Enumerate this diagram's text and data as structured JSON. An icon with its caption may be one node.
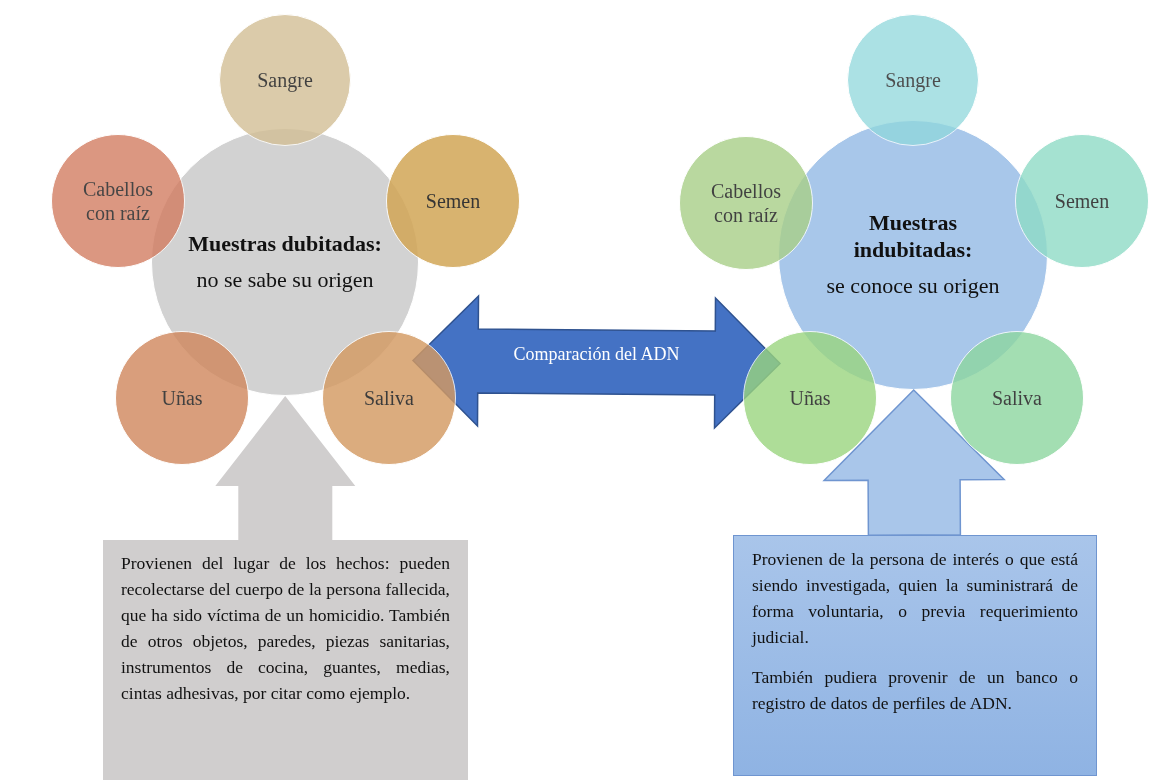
{
  "diagram": {
    "nodes": [
      {
        "text": [
          "Muestras dubitadas:",
          "no se sabe su origen"
        ]
      },
      {
        "text": [
          "Sangre"
        ]
      },
      {
        "text": [
          "Semen"
        ]
      },
      {
        "text": [
          "Saliva"
        ]
      },
      {
        "text": [
          "Uñas"
        ]
      },
      {
        "text": [
          "Cabellos con raíz"
        ]
      },
      {
        "text": [
          "Muestras indubitadas:",
          "se conoce su origen"
        ]
      },
      {
        "text": [
          "Sangre"
        ]
      },
      {
        "text": [
          "Semen"
        ]
      },
      {
        "text": [
          "Saliva"
        ]
      },
      {
        "text": [
          "Uñas"
        ]
      },
      {
        "text": [
          "Cabellos con raíz"
        ]
      },
      {
        "text": [
          "Provienen del lugar de los hechos: pueden recolectarse del cuerpo de la persona fallecida, que ha sido víctima de un homicidio. También de otros objetos, paredes, piezas sanitarias, instrumentos de cocina, guantes, medias, cintas adhesivas, por citar como ejemplo."
        ]
      },
      {
        "text": [
          "Provienen de la persona de interés o que está siendo investigada, quien la suministrará de forma voluntaria, o previa requerimiento judicial.",
          "También pudiera provenir de un banco o registro de datos de perfiles de ADN."
        ]
      }
    ],
    "edges": [
      {
        "from": 0,
        "to": 6,
        "arrow": "both",
        "label": "Comparación del ADN"
      },
      {
        "from": 12,
        "to": 0,
        "arrow": "to"
      },
      {
        "from": 13,
        "to": 6,
        "arrow": "to"
      }
    ]
  }
}
